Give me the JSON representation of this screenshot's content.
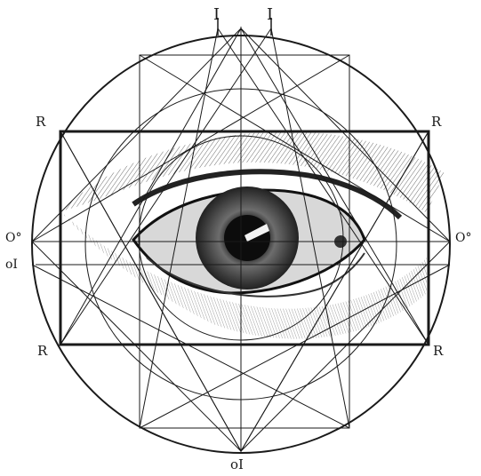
{
  "labels": {
    "top_left": "I",
    "top_right": "I",
    "corner_tl": "R",
    "corner_tr": "R",
    "corner_bl": "R",
    "corner_br": "R",
    "left_o": "O°",
    "right_o": "O°",
    "left_i": "oI",
    "bottom": "oI"
  },
  "colors": {
    "ink": "#1a1a1a",
    "paper": "#ffffff",
    "shade": "#6b6b6b"
  }
}
